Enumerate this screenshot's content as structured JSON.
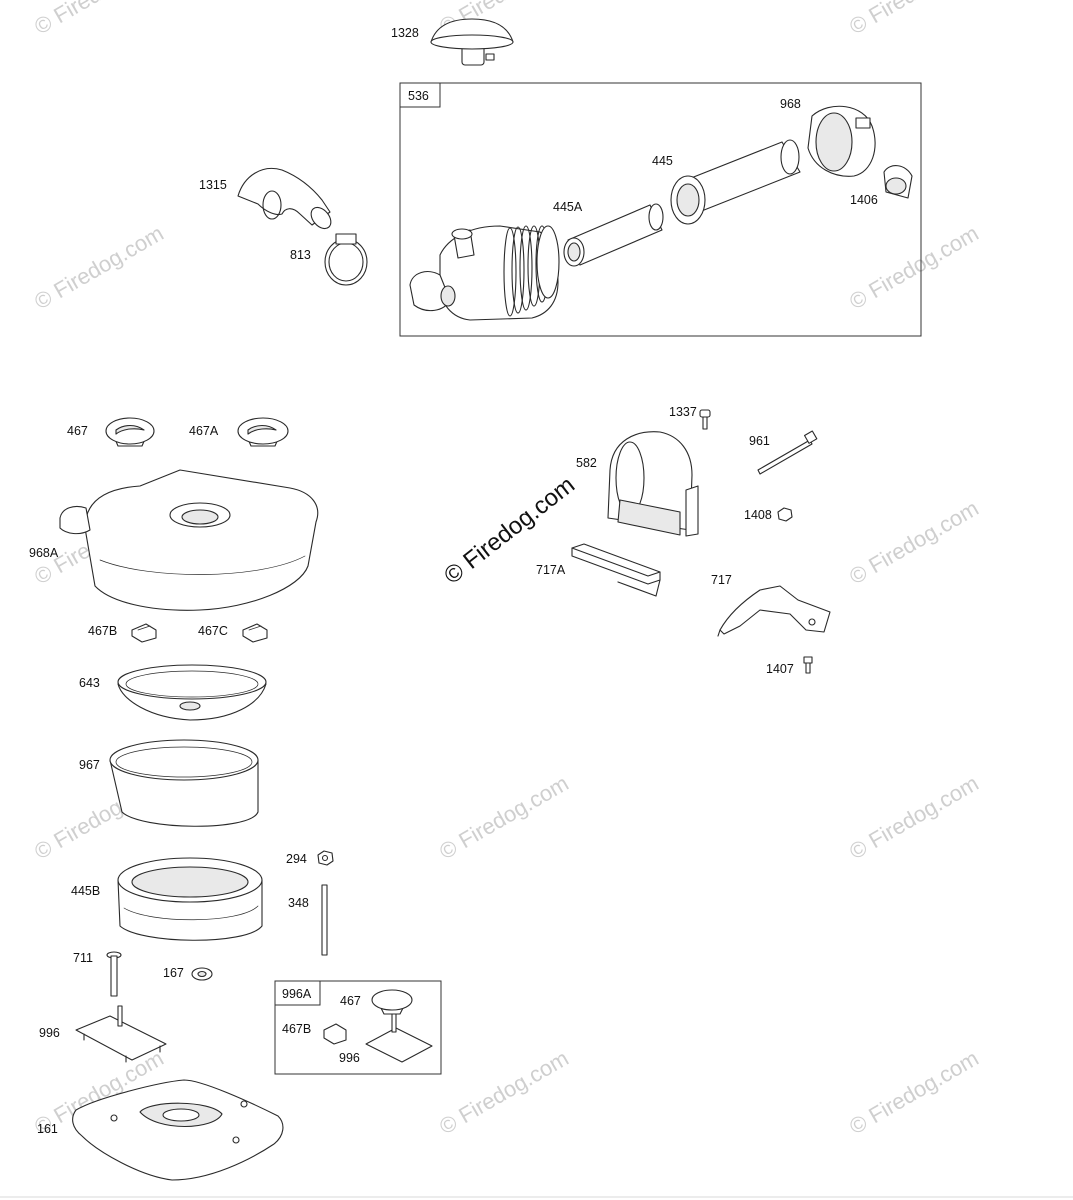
{
  "watermark": "© Firedog.com",
  "watermark_center": "© Firedog.com",
  "boxes": {
    "air_cleaner_assembly_label": "536",
    "mounting_kit_label": "996A"
  },
  "parts": {
    "p1328": "1328",
    "p1315": "1315",
    "p813": "813",
    "p445A": "445A",
    "p445": "445",
    "p968": "968",
    "p1406": "1406",
    "p467": "467",
    "p467A": "467A",
    "p968A": "968A",
    "p467B": "467B",
    "p467C": "467C",
    "p643": "643",
    "p967": "967",
    "p294": "294",
    "p348": "348",
    "p445B": "445B",
    "p711": "711",
    "p167": "167",
    "p996": "996",
    "p161": "161",
    "kit467": "467",
    "kit467B": "467B",
    "kit996": "996",
    "p1337": "1337",
    "p961": "961",
    "p582": "582",
    "p1408": "1408",
    "p717A": "717A",
    "p717": "717",
    "p1407": "1407"
  }
}
